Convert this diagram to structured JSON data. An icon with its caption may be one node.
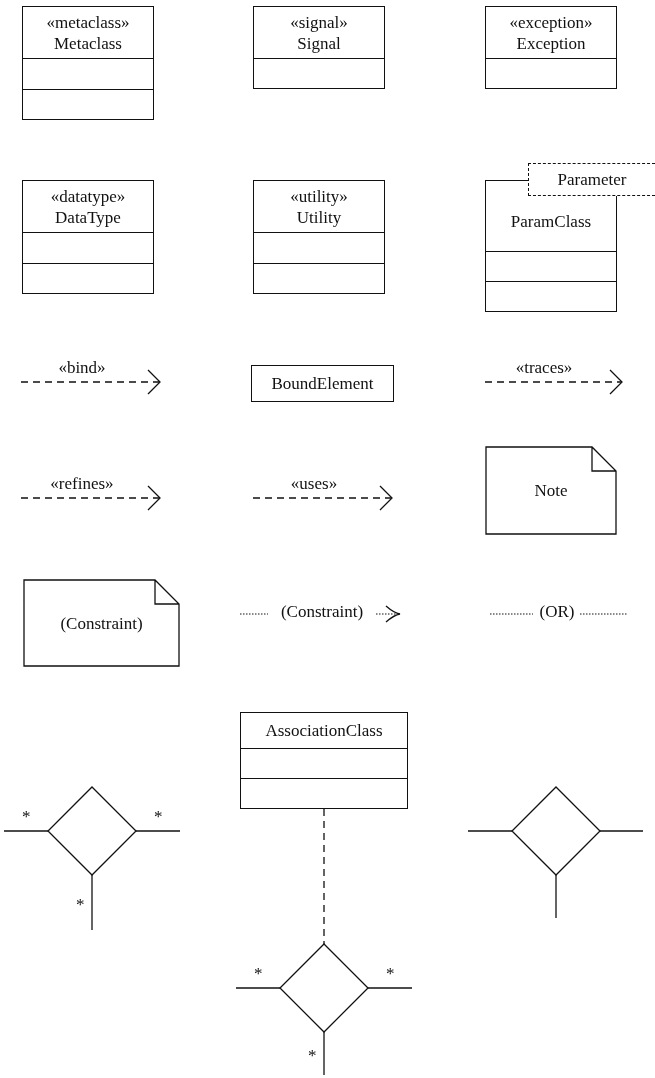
{
  "diagram": {
    "nodes": [
      {
        "text": [
          "«metaclass»",
          "Metaclass"
        ]
      },
      {
        "text": [
          "«signal»",
          "Signal"
        ]
      },
      {
        "text": [
          "«exception»",
          "Exception"
        ]
      },
      {
        "text": [
          "«datatype»",
          "DataType"
        ]
      },
      {
        "text": [
          "«utility»",
          "Utility"
        ]
      },
      {
        "text": [
          "ParamClass"
        ]
      },
      {
        "text": [
          "Parameter"
        ]
      },
      {
        "text": [
          "BoundElement"
        ]
      },
      {
        "text": [
          "Note"
        ]
      },
      {
        "text": [
          "(Constraint)"
        ]
      },
      {
        "text": [
          "AssociationClass"
        ]
      },
      {
        "text": [],
        "shape": "diamond"
      },
      {
        "text": [],
        "shape": "diamond"
      },
      {
        "text": [],
        "shape": "diamond"
      }
    ],
    "edges": [
      {
        "from": 10,
        "to": 13,
        "arrow": "none",
        "style": "dashed"
      },
      {
        "from": 11,
        "to": null,
        "arrow": "none",
        "label": "*"
      },
      {
        "from": 11,
        "to": null,
        "arrow": "none",
        "label": "*"
      },
      {
        "from": 11,
        "to": null,
        "arrow": "none",
        "label": "*"
      },
      {
        "from": 12,
        "to": null,
        "arrow": "none"
      },
      {
        "from": 12,
        "to": null,
        "arrow": "none"
      },
      {
        "from": 12,
        "to": null,
        "arrow": "none"
      },
      {
        "from": 13,
        "to": null,
        "arrow": "none",
        "label": "*"
      },
      {
        "from": 13,
        "to": null,
        "arrow": "none",
        "label": "*"
      },
      {
        "from": 13,
        "to": null,
        "arrow": "none",
        "label": "*"
      }
    ],
    "labels": [
      "«bind»",
      "«traces»",
      "«refines»",
      "«uses»",
      "(Constraint)",
      "(OR)"
    ]
  }
}
